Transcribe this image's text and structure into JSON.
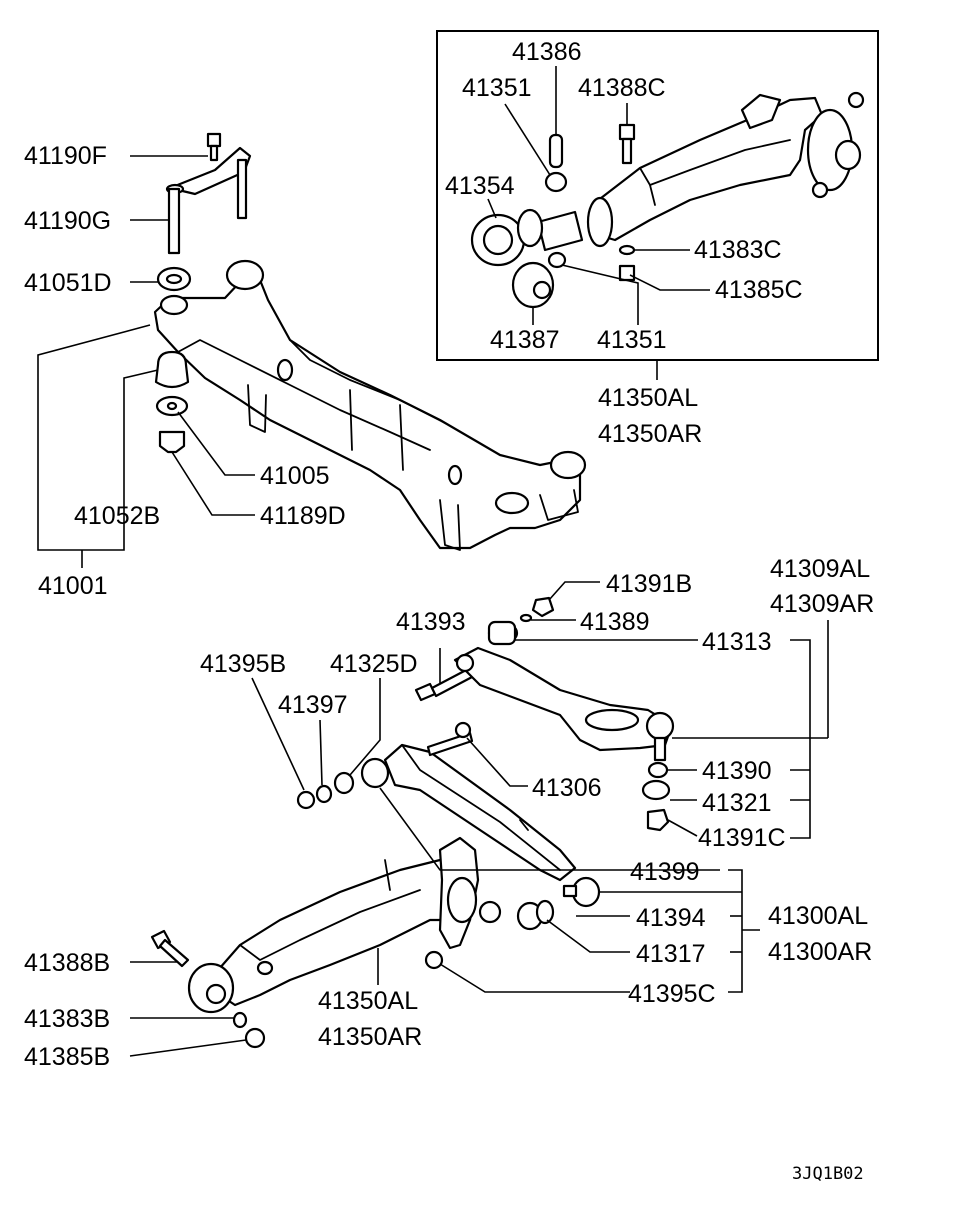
{
  "labels": {
    "l41386": "41386",
    "l41351a": "41351",
    "l41388c": "41388C",
    "l41354": "41354",
    "l41383c": "41383C",
    "l41385c": "41385C",
    "l41387": "41387",
    "l41351b": "41351",
    "l41350al_top": "41350AL",
    "l41350ar_top": "41350AR",
    "l41190f": "41190F",
    "l41190g": "41190G",
    "l41051d": "41051D",
    "l41005": "41005",
    "l41052b": "41052B",
    "l41189d": "41189D",
    "l41001": "41001",
    "l41391b": "41391B",
    "l41393": "41393",
    "l41389": "41389",
    "l41313": "41313",
    "l41309al": "41309AL",
    "l41309ar": "41309AR",
    "l41395b": "41395B",
    "l41325d": "41325D",
    "l41397": "41397",
    "l41306": "41306",
    "l41390": "41390",
    "l41321": "41321",
    "l41391c": "41391C",
    "l41399": "41399",
    "l41394": "41394",
    "l41317": "41317",
    "l41300al": "41300AL",
    "l41300ar": "41300AR",
    "l41395c": "41395C",
    "l41388b": "41388B",
    "l41383b": "41383B",
    "l41385b": "41385B",
    "l41350al_bot": "41350AL",
    "l41350ar_bot": "41350AR"
  },
  "diagram_code": "3JQ1B02"
}
